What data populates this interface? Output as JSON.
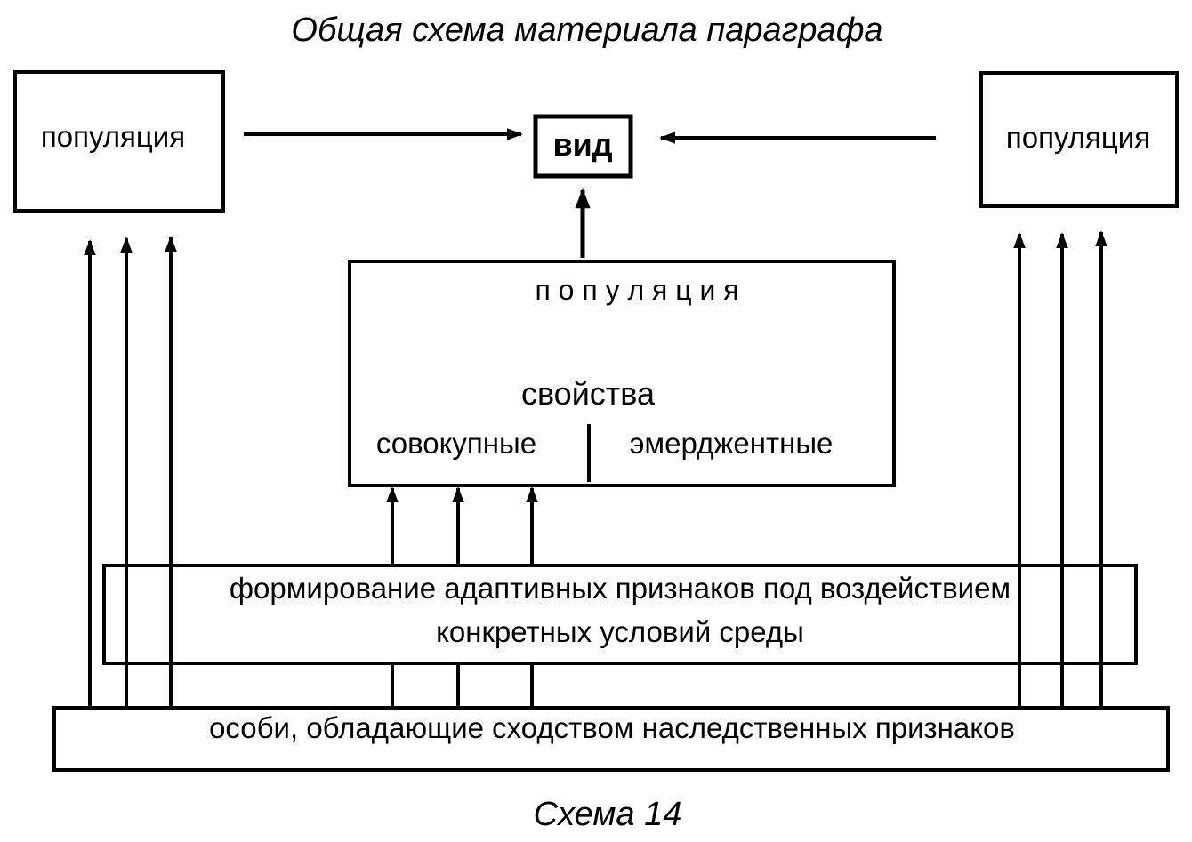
{
  "title": "Общая схема материала параграфа",
  "caption": "Схема 14",
  "species": "вид",
  "population_left": "популяция",
  "population_right": "популяция",
  "center_box": {
    "heading": "п о п у л я ц и я",
    "properties": "свойства",
    "aggregate": "совокупные",
    "emergent": "эмерджентные"
  },
  "adaptation_box": {
    "line1": "формирование адаптивных признаков под воздействием",
    "line2": "конкретных условий среды"
  },
  "individuals_box": "особи, обладающие сходством наследственных признаков",
  "colors": {
    "stroke": "#000000",
    "background": "#ffffff"
  }
}
